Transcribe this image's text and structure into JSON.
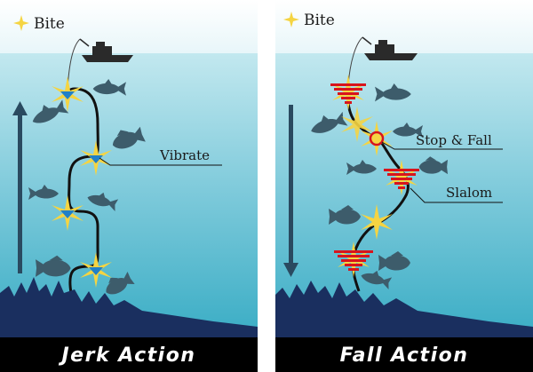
{
  "panels": [
    {
      "id": "jerk",
      "legend_label": "Bite",
      "title": "Jerk Action",
      "callouts": [
        {
          "id": "vibrate",
          "label": "Vibrate"
        }
      ]
    },
    {
      "id": "fall",
      "legend_label": "Bite",
      "title": "Fall Action",
      "callouts": [
        {
          "id": "stop-fall",
          "label": "Stop & Fall"
        },
        {
          "id": "slalom",
          "label": "Slalom"
        }
      ]
    }
  ],
  "colors": {
    "sky": "#ffffff",
    "water_top": "#bfe6ee",
    "water_bottom": "#3fb1c8",
    "seabed": "#1a2f5f",
    "banner": "#000000",
    "fish": "#3d5c6b",
    "bite_star": "#f5d442",
    "lure_red": "#d8141c",
    "lure_blue": "#2080c8",
    "path": "#111111"
  },
  "icons": {
    "bite": "sparkle-star-icon",
    "boat": "fishing-boat-icon",
    "fish": "fish-silhouette-icon",
    "arrow": "vertical-arrow-icon"
  }
}
